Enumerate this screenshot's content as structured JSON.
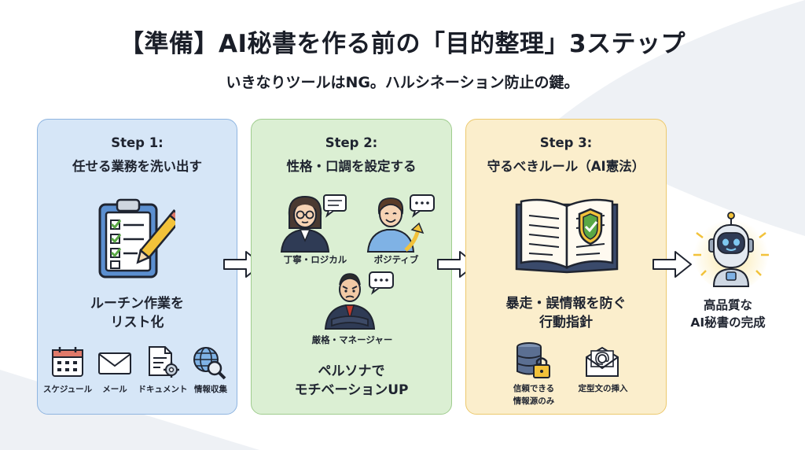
{
  "title": "【準備】AI秘書を作る前の「目的整理」3ステップ",
  "subtitle": "いきなりツールはNG。ハルシネーション防止の鍵。",
  "steps": [
    {
      "step": "Step 1:",
      "title": "任せる業務を洗い出す",
      "main_text": [
        "ルーチン作業を",
        "リスト化"
      ],
      "tools": [
        "スケジュール",
        "メール",
        "ドキュメント",
        "情報収集"
      ]
    },
    {
      "step": "Step 2:",
      "title": "性格・口調を設定する",
      "personas": [
        "丁寧・ロジカル",
        "ポジティブ",
        "厳格・マネージャー"
      ],
      "main_text": [
        "ペルソナで",
        "モチベーションUP"
      ]
    },
    {
      "step": "Step 3:",
      "title": "守るべきルール（AI憲法）",
      "main_text": [
        "暴走・誤情報を防ぐ",
        "行動指針"
      ],
      "items": [
        [
          "信頼できる",
          "情報源のみ"
        ],
        "定型文の挿入"
      ]
    }
  ],
  "result": [
    "高品質な",
    "AI秘書の完成"
  ],
  "colors": {
    "step1_bg": "#d6e6f7",
    "step2_bg": "#dbefd3",
    "step3_bg": "#fbeecc",
    "accent_green": "#5aa845",
    "accent_yellow": "#f2c23a"
  },
  "icons": [
    "clipboard-checklist-icon",
    "calendar-icon",
    "mail-icon",
    "document-gear-icon",
    "globe-search-icon",
    "businesswoman-icon",
    "smiling-man-icon",
    "strict-manager-icon",
    "open-book-shield-icon",
    "database-lock-icon",
    "mail-at-icon",
    "robot-icon",
    "arrow-right-icon"
  ]
}
